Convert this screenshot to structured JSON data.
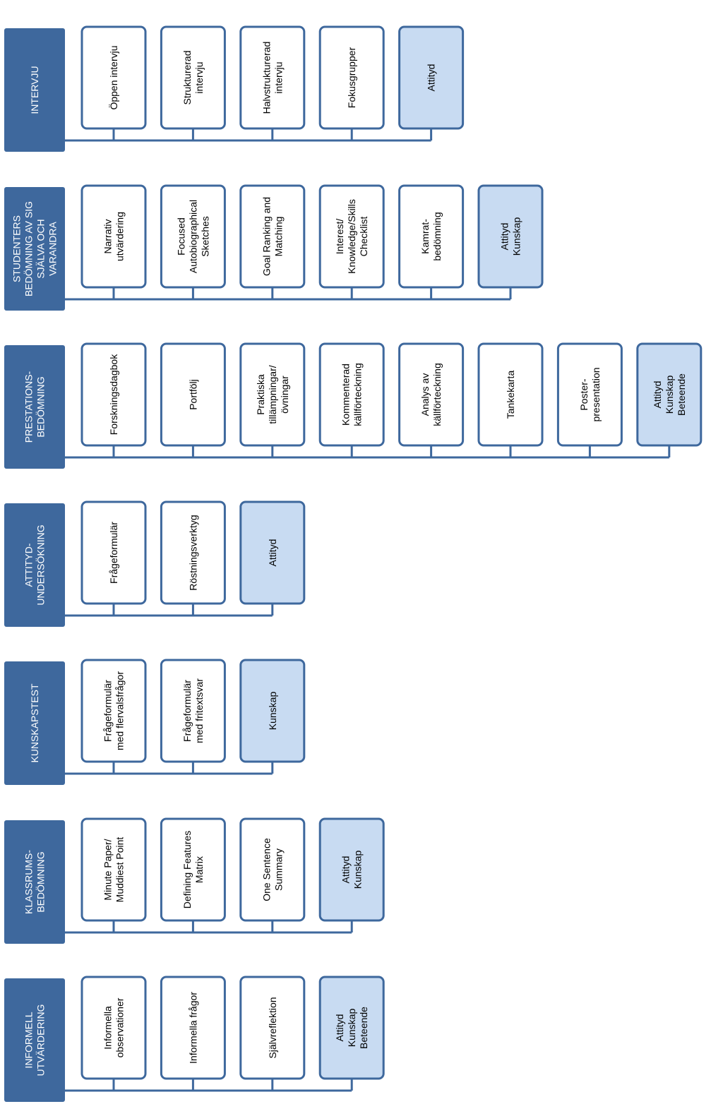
{
  "colors": {
    "primary": "#3e689d",
    "highlight_fill": "#c8dbf2",
    "box_fill": "#ffffff",
    "text": "#000000"
  },
  "groups": [
    {
      "category": [
        "INTERVJU"
      ],
      "boxes": [
        {
          "lines": [
            "Öppen intervju"
          ],
          "highlight": false
        },
        {
          "lines": [
            "Strukturerad",
            "intervju"
          ],
          "highlight": false
        },
        {
          "lines": [
            "Halvstrukturerad",
            "intervju"
          ],
          "highlight": false
        },
        {
          "lines": [
            "Fokusgrupper"
          ],
          "highlight": false
        },
        {
          "lines": [
            "Attityd"
          ],
          "highlight": true
        }
      ]
    },
    {
      "category": [
        "STUDENTERS",
        "BEDÖMNING AV SIG",
        "SJÄLVA OCH",
        "VARANDRA"
      ],
      "boxes": [
        {
          "lines": [
            "Narrativ",
            "utvärdering"
          ],
          "highlight": false
        },
        {
          "lines": [
            "Focused",
            "Autobiographical",
            "Sketches"
          ],
          "highlight": false
        },
        {
          "lines": [
            "Goal Ranking and",
            "Matching"
          ],
          "highlight": false
        },
        {
          "lines": [
            "Interest/",
            "Knowledge/Skills",
            "Checklist"
          ],
          "highlight": false
        },
        {
          "lines": [
            "Kamrat-",
            "bedömning"
          ],
          "highlight": false
        },
        {
          "lines": [
            "Attityd",
            "Kunskap"
          ],
          "highlight": true
        }
      ]
    },
    {
      "category": [
        "PRESTATIONS-",
        "BEDÖMNING"
      ],
      "boxes": [
        {
          "lines": [
            "Forskningsdagbok"
          ],
          "highlight": false
        },
        {
          "lines": [
            "Portfölj"
          ],
          "highlight": false
        },
        {
          "lines": [
            "Praktiska",
            "tillämpningar/",
            "övningar"
          ],
          "highlight": false
        },
        {
          "lines": [
            "Kommenterad",
            "källförteckning"
          ],
          "highlight": false
        },
        {
          "lines": [
            "Analys av",
            "källförteckning"
          ],
          "highlight": false
        },
        {
          "lines": [
            "Tankekarta"
          ],
          "highlight": false
        },
        {
          "lines": [
            "Poster-",
            "presentation"
          ],
          "highlight": false
        },
        {
          "lines": [
            "Attityd",
            "Kunskap",
            "Beteende"
          ],
          "highlight": true
        }
      ]
    },
    {
      "category": [
        "ATTITYD-",
        "UNDERSÖKNING"
      ],
      "boxes": [
        {
          "lines": [
            "Frågeformulär"
          ],
          "highlight": false
        },
        {
          "lines": [
            "Röstningsverktyg"
          ],
          "highlight": false
        },
        {
          "lines": [
            "Attityd"
          ],
          "highlight": true
        }
      ]
    },
    {
      "category": [
        "KUNSKAPSTEST"
      ],
      "boxes": [
        {
          "lines": [
            "Frågeformulär",
            "med flervalsfrågor"
          ],
          "highlight": false
        },
        {
          "lines": [
            "Frågeformulär",
            "med fritextsvar"
          ],
          "highlight": false
        },
        {
          "lines": [
            "Kunskap"
          ],
          "highlight": true
        }
      ]
    },
    {
      "category": [
        "KLASSRUMS-",
        "BEDÖMNING"
      ],
      "boxes": [
        {
          "lines": [
            "Minute Paper/",
            "Muddiest Point"
          ],
          "highlight": false
        },
        {
          "lines": [
            "Defining Features",
            "Matrix"
          ],
          "highlight": false
        },
        {
          "lines": [
            "One Sentence",
            "Summary"
          ],
          "highlight": false
        },
        {
          "lines": [
            "Attityd",
            "Kunskap"
          ],
          "highlight": true
        }
      ]
    },
    {
      "category": [
        "INFORMELL",
        "UTVÄRDERING"
      ],
      "boxes": [
        {
          "lines": [
            "Informella",
            "observationer"
          ],
          "highlight": false
        },
        {
          "lines": [
            "Informella frågor"
          ],
          "highlight": false
        },
        {
          "lines": [
            "Självreflektion"
          ],
          "highlight": false
        },
        {
          "lines": [
            "Attityd",
            "Kunskap",
            "Beteende"
          ],
          "highlight": true
        }
      ]
    }
  ]
}
